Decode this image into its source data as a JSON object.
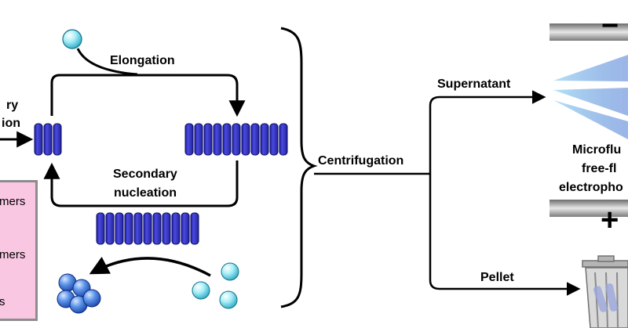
{
  "labels": {
    "primary_line1": "ry",
    "primary_line2": "ion",
    "elongation": "Elongation",
    "secondary_line1": "Secondary",
    "secondary_line2": "nucleation",
    "centrifugation": "Centrifugation",
    "supernatant": "Supernatant",
    "pellet": "Pellet",
    "device_line1": "Microflu",
    "device_line2": "free-fl",
    "device_line3": "electropho",
    "minus": "−",
    "plus": "+"
  },
  "legend": [
    "mers",
    "mers",
    "s"
  ],
  "colors": {
    "fibril": "#3535c8",
    "monomer": "#8fe4f2",
    "oligomer": "#3e78da",
    "legend_bg": "#f9c7e2",
    "electrode": "#9a9a9a"
  }
}
